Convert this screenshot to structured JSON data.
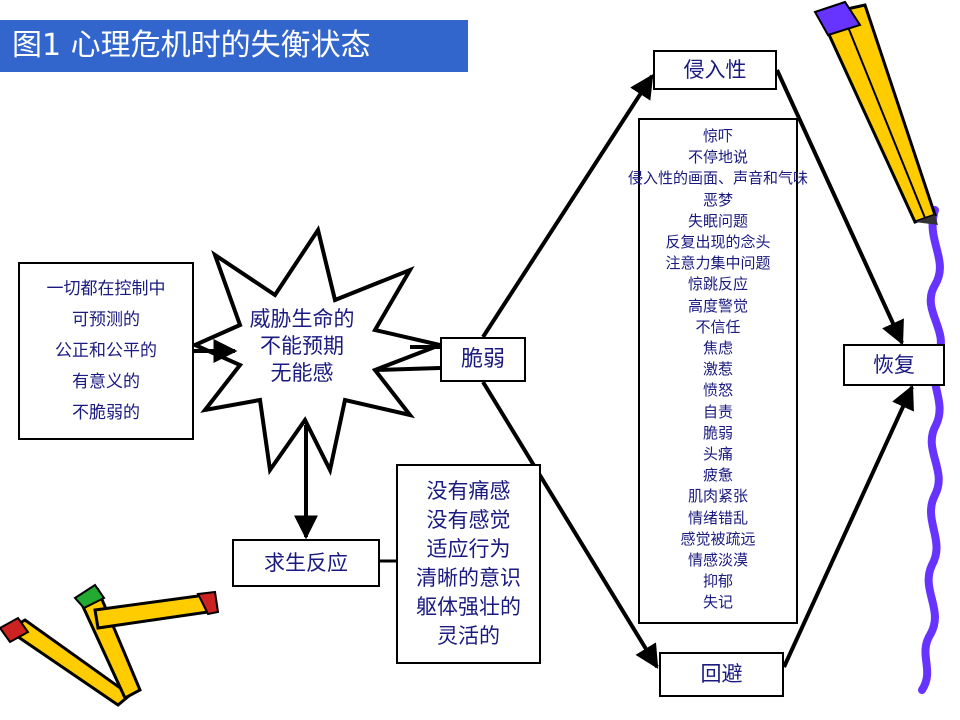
{
  "title": "图1 心理危机时的失衡状态",
  "left_box": {
    "lines": [
      "一切都在控制中",
      "可预测的",
      "公正和公平的",
      "有意义的",
      "不脆弱的"
    ]
  },
  "threat": {
    "lines": [
      "威胁生命的",
      "不能预期",
      "无能感"
    ]
  },
  "cuiruo": "脆弱",
  "survival": "求生反应",
  "adapt": {
    "lines": [
      "没有痛感",
      "没有感觉",
      "适应行为",
      "清晰的意识",
      "躯体强壮的",
      "灵活的"
    ]
  },
  "intrusion": "侵入性",
  "avoidance": "回避",
  "recovery": "恢复",
  "symptoms": [
    "惊吓",
    "不停地说",
    "侵入性的画面、声音和气味",
    "恶梦",
    "失眠问题",
    "反复出现的念头",
    "注意力集中问题",
    "惊跳反应",
    "高度警觉",
    "不信任",
    "焦虑",
    "激惹",
    "愤怒",
    "自责",
    "脆弱",
    "头痛",
    "疲惫",
    "肌肉紧张",
    "情绪错乱",
    "感觉被疏远",
    "情感淡漠",
    "抑郁",
    "失记"
  ],
  "colors": {
    "title_bg": "#3366cc",
    "title_text": "#ffffff",
    "text": "#1a1a80",
    "accent_purple": "#6633ff",
    "pencil_yellow": "#ffcc00"
  },
  "icons": [
    "pencil-icon",
    "crayons-icon",
    "purple-squiggle-decoration"
  ]
}
